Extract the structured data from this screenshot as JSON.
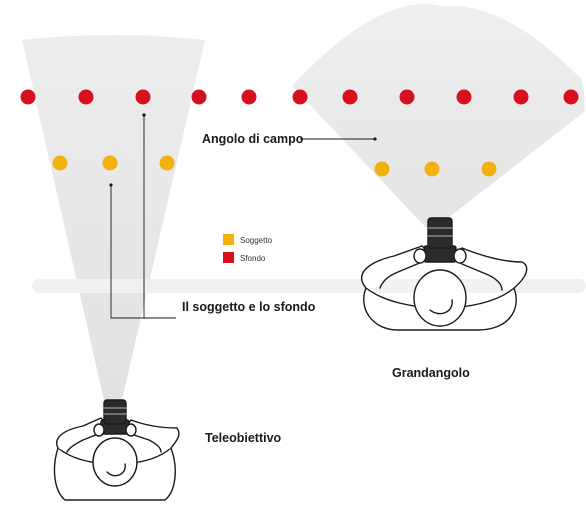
{
  "labels": {
    "angle_of_view": "Angolo di campo",
    "subject_and_background": "Il soggetto e lo sfondo",
    "telephoto": "Teleobiettivo",
    "wide_angle": "Grandangolo"
  },
  "legend": [
    {
      "label": "Soggetto",
      "color": "#f2b10d"
    },
    {
      "label": "Sfondo",
      "color": "#d7101f"
    }
  ],
  "colors": {
    "subject": "#f2b10d",
    "background": "#d7101f",
    "cone": "#ececec",
    "ground": "#f1f1f1",
    "outline": "#1a1a1a"
  },
  "icons": [
    "photographer-telephoto-icon",
    "photographer-wide-angle-icon"
  ]
}
